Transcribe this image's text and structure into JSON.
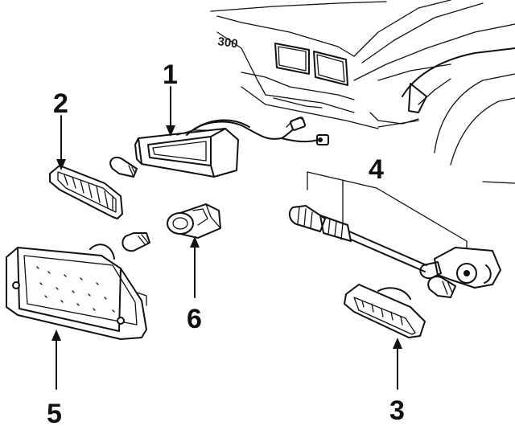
{
  "callouts": {
    "c1": "1",
    "c2": "2",
    "c3": "3",
    "c4": "4",
    "c5": "5",
    "c6": "6"
  },
  "vehicle": {
    "badge": "300"
  }
}
